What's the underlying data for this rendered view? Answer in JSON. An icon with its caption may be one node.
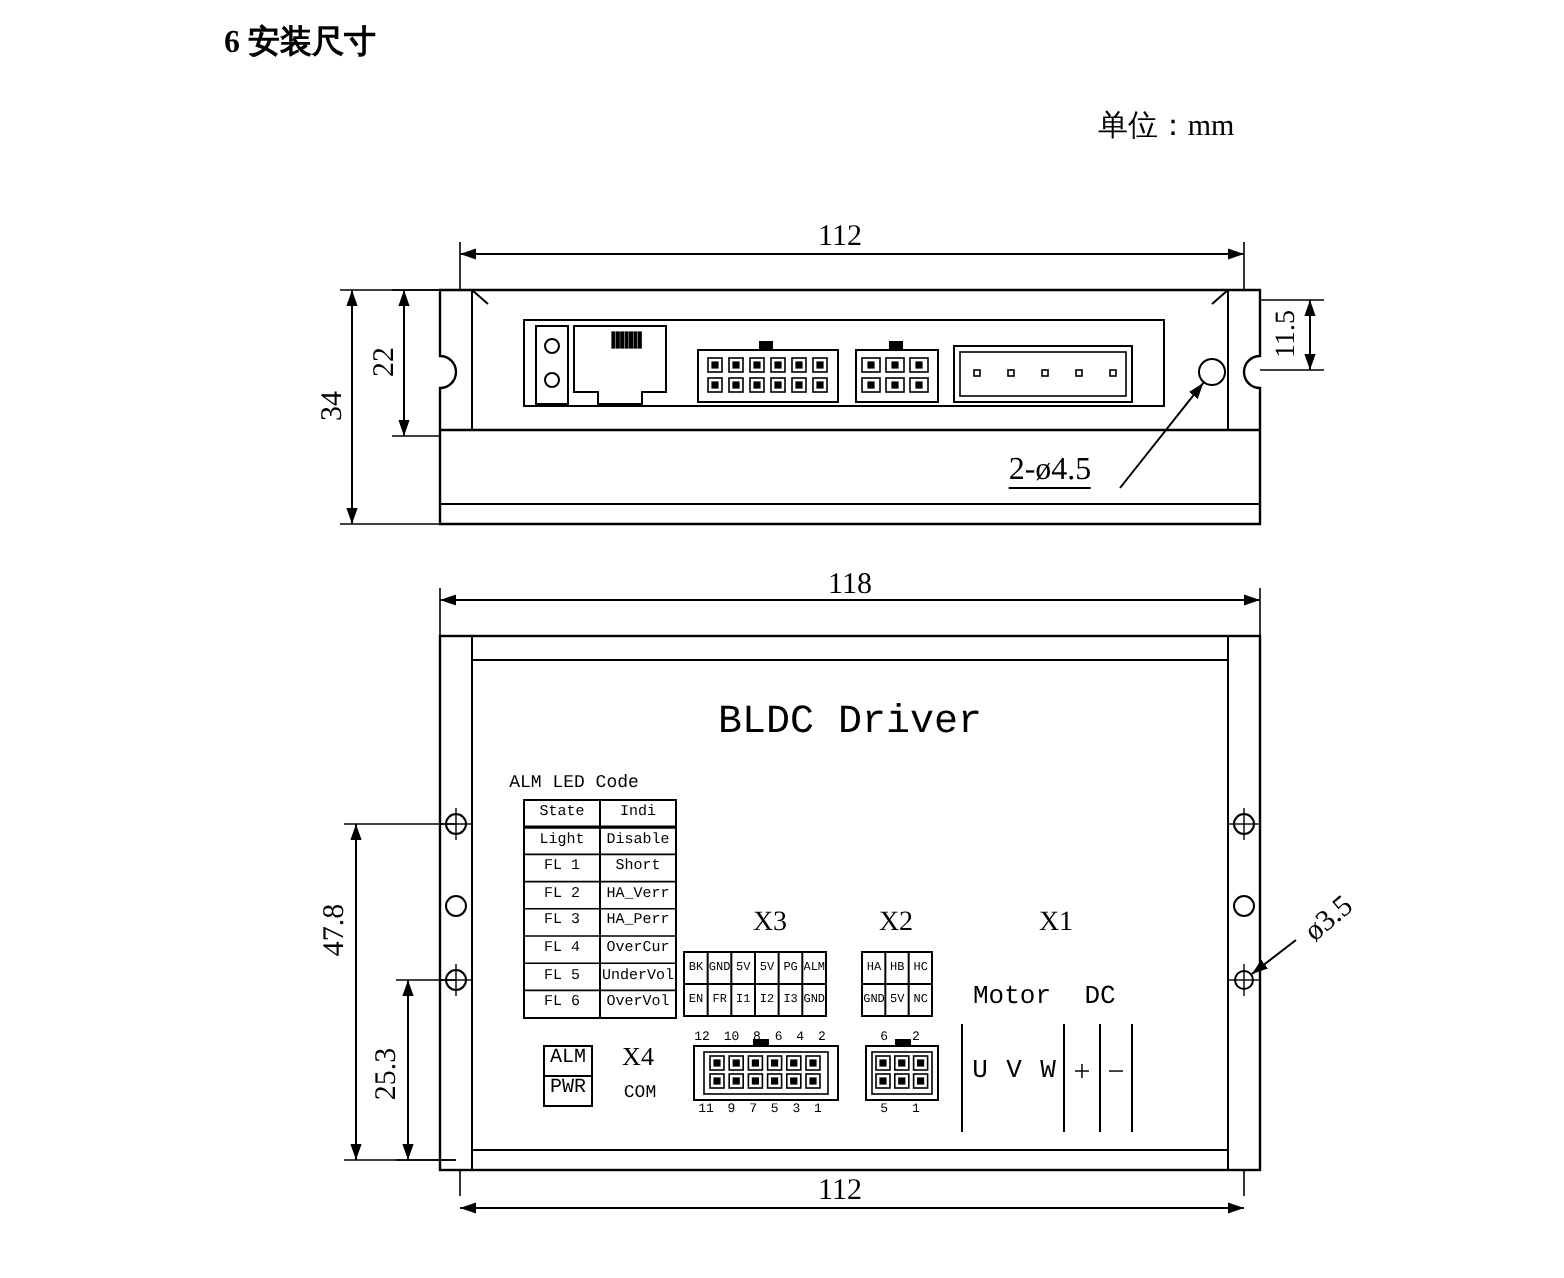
{
  "diagram": {
    "title": "6 安装尺寸",
    "nodes": [
      {
        "text": [
          "2-ø4.5"
        ]
      },
      {
        "text": [],
        "shape": "circle"
      },
      {
        "text": [
          "ø3.5"
        ]
      },
      {
        "text": [],
        "shape": "circle"
      }
    ],
    "edges": [
      {
        "from": 0,
        "to": 1,
        "arrow": "to"
      },
      {
        "from": 2,
        "to": 3,
        "arrow": "to"
      }
    ],
    "labels": [
      "单位：mm",
      "112",
      "22",
      "34",
      "11.5",
      "118",
      "BLDC Driver",
      "ALM LED Code",
      "State",
      "Indi",
      "Light",
      "Disable",
      "FL 1",
      "Short",
      "FL 2",
      "HA_Verr",
      "FL 3",
      "HA_Perr",
      "FL 4",
      "OverCur",
      "FL 5",
      "UnderVol",
      "FL 6",
      "OverVol",
      "X3",
      "X2",
      "X1",
      "BK",
      "GND",
      "5V",
      "5V",
      "PG",
      "ALM",
      "EN",
      "FR",
      "I1",
      "I2",
      "I3",
      "GND",
      "HA",
      "HB",
      "HC",
      "GND",
      "5V",
      "NC",
      "Motor",
      "DC",
      "47.8",
      "25.3",
      "ALM",
      "PWR",
      "X4",
      "COM",
      "12 10 8 6 4 2",
      "11 9 7 5 3 1",
      "6 2",
      "5 1",
      "U",
      "V",
      "W",
      "+",
      "−",
      "112"
    ]
  }
}
